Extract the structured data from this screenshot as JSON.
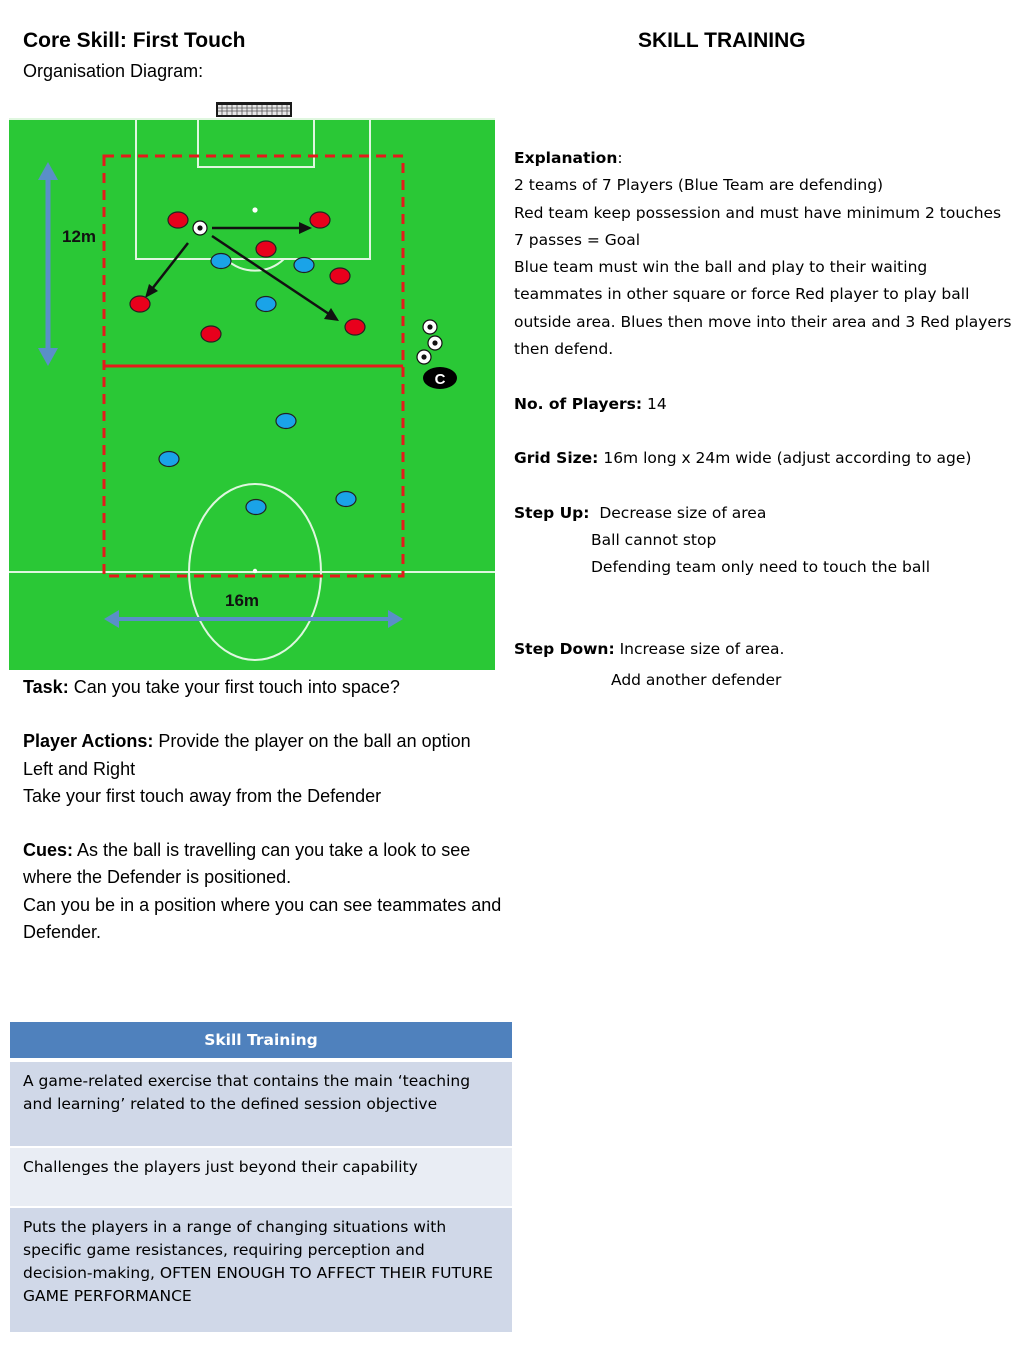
{
  "header": {
    "title": "Core Skill: First Touch",
    "subtitle": "Organisation Diagram:",
    "section": "SKILL TRAINING"
  },
  "diagram": {
    "label_vertical": "12m",
    "label_horizontal": "16m",
    "coach_label": "C",
    "colors": {
      "pitch": "#2ac836",
      "red_player": "#e8001c",
      "blue_player": "#1aa3e8",
      "zone": "#e41b1b",
      "measure_arrow": "#5a8fc8"
    }
  },
  "left": {
    "task_label": "Task:",
    "task_text": "Can you take your first touch into space?",
    "actions_label": "Player Actions:",
    "actions_text": "Provide the player on the ball an option Left and Right",
    "actions_line2": "Take your first touch away from the Defender",
    "cues_label": "Cues:",
    "cues_text": "As the ball is travelling can you take a look to see where the Defender is positioned.",
    "cues_line2": "Can you be in a position where you can see teammates and Defender."
  },
  "right": {
    "explanation_label": "Explanation",
    "explanation_colon": ":",
    "explanation_lines": [
      "2 teams of 7 Players (Blue Team are defending)",
      "Red  team keep possession and must have minimum 2 touches",
      "7 passes = Goal",
      "Blue team must win the ball and play to their waiting teammates in other square or force Red player to play ball outside area. Blues then move into their area and 3 Red players then defend."
    ],
    "players_label": "No. of Players:",
    "players_value": "14",
    "grid_label": "Grid Size:",
    "grid_value": "16m long x 24m wide (adjust according to age)",
    "stepup_label": "Step Up:",
    "stepup_items": [
      "Decrease size of area",
      "Ball cannot stop",
      "Defending team only need to touch the ball"
    ],
    "stepdown_label": "Step Down:",
    "stepdown_items": [
      "Increase size of area.",
      "Add another defender"
    ]
  },
  "table": {
    "header": "Skill Training",
    "rows": [
      "A game-related exercise that contains the main ‘teaching and learning’ related to the defined session objective",
      "Challenges the players just beyond their capability",
      "Puts the players in a range of changing situations with specific game resistances, requiring perception and decision-making, OFTEN ENOUGH TO AFFECT THEIR FUTURE GAME PERFORMANCE"
    ]
  }
}
